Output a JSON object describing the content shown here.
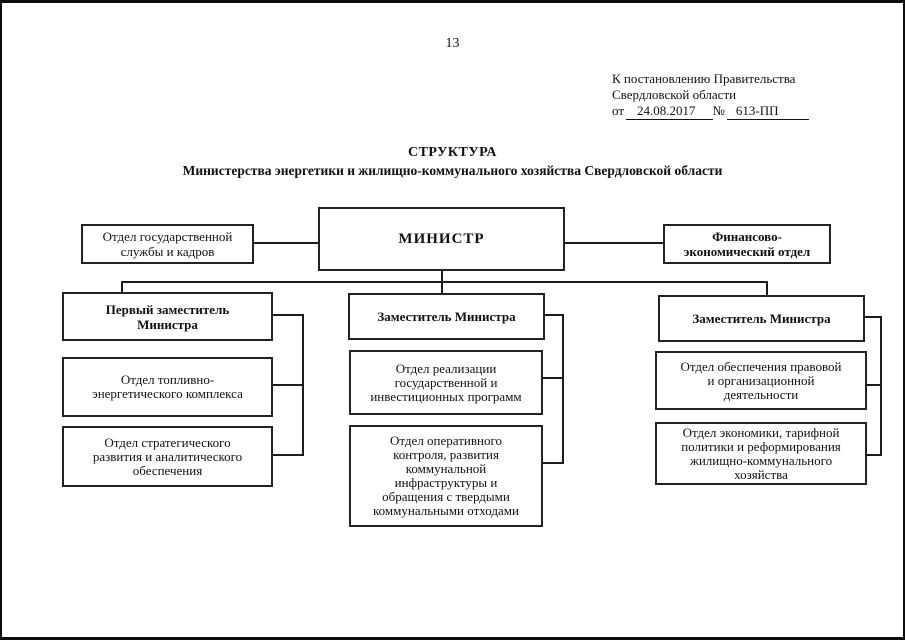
{
  "page": {
    "number": "13",
    "reference": {
      "line1": "К постановлению Правительства",
      "line2": "Свердловской области",
      "from_label": "от",
      "date": "24.08.2017",
      "num_label": "№",
      "doc_number": "613-ПП"
    },
    "title_line1": "СТРУКТУРА",
    "title_line2": "Министерства энергетики и жилищно-коммунального хозяйства Свердловской области"
  },
  "org_chart": {
    "minister": "МИНИСТР",
    "civil_service_dept": "Отдел государственной службы и кадров",
    "finance_dept": "Финансово-экономический отдел",
    "column1": {
      "head": "Первый заместитель Министра",
      "sub1": "Отдел топливно-энергетического комплекса",
      "sub2": "Отдел стратегического развития и аналитического обеспечения"
    },
    "column2": {
      "head": "Заместитель Министра",
      "sub1": "Отдел реализации государственной и инвестиционных программ",
      "sub2": "Отдел оперативного контроля, развития коммунальной инфраструктуры и обращения с твердыми коммунальными отходами"
    },
    "column3": {
      "head": "Заместитель Министра",
      "sub1": "Отдел обеспечения правовой и организационной деятельности",
      "sub2": "Отдел экономики, тарифной политики и реформирования жилищно-коммунального хозяйства"
    }
  },
  "colors": {
    "paper": "#ffffff",
    "ink": "#111111"
  }
}
